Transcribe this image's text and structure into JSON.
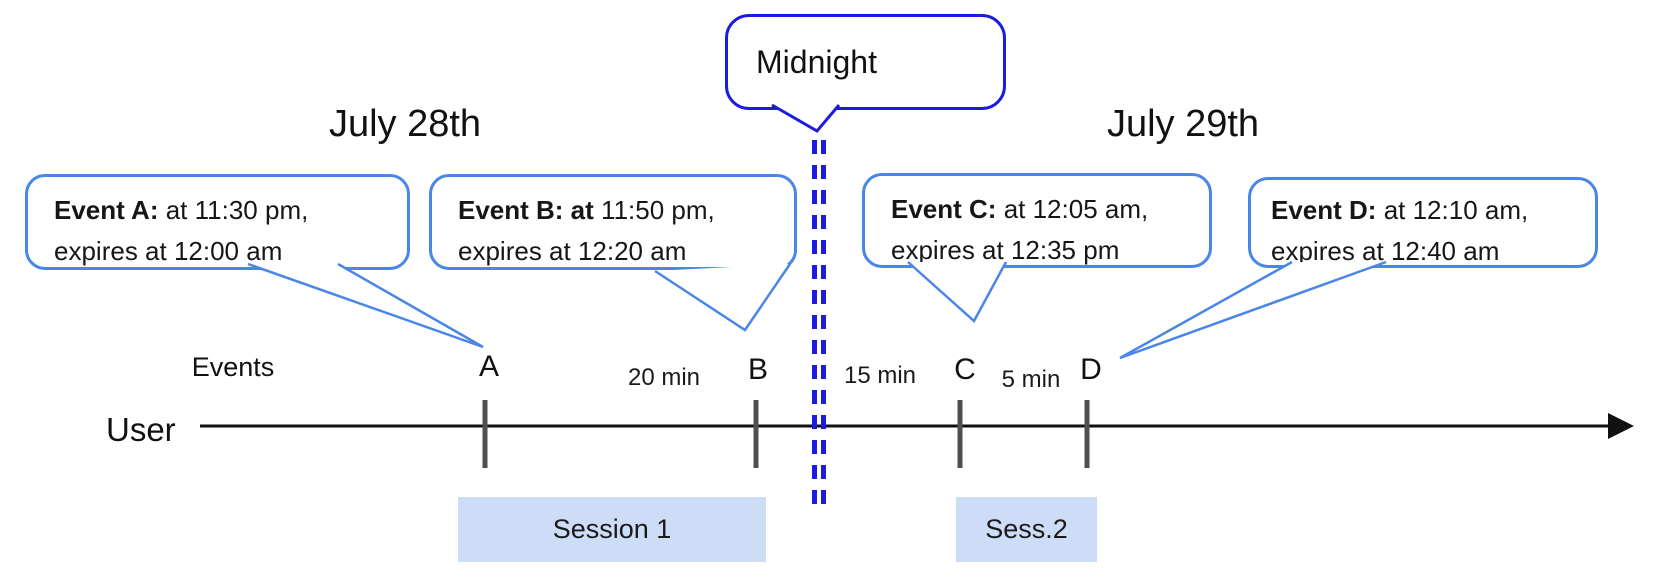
{
  "dates": [
    {
      "label": "July 28th"
    },
    {
      "label": "July 29th"
    }
  ],
  "midnight": {
    "label": "Midnight"
  },
  "events": [
    {
      "tick": "A",
      "bold": "Event A:",
      "rest": " at 11:30 pm,",
      "line2": "expires at 12:00 am"
    },
    {
      "tick": "B",
      "bold": "Event B: at",
      "rest": " 11:50 pm,",
      "line2": "expires at 12:20 am"
    },
    {
      "tick": "C",
      "bold": "Event C:",
      "rest": " at 12:05 am,",
      "line2": "expires at 12:35 pm"
    },
    {
      "tick": "D",
      "bold": "Event D:",
      "rest": " at 12:10 am,",
      "line2": "expires at 12:40 am"
    }
  ],
  "timeline": {
    "axis_label": "User",
    "events_label": "Events",
    "ticks": [
      "A",
      "B",
      "C",
      "D"
    ],
    "gaps": [
      "20 min",
      "15 min",
      "5 min"
    ]
  },
  "sessions": [
    {
      "label": "Session 1"
    },
    {
      "label": "Sess.2"
    }
  ],
  "colors": {
    "callout": "#4a86e8",
    "midblue": "#1c1ce0",
    "sessfill": "#cdddf8",
    "tick": "#4f4f4f",
    "axis": "#111111"
  }
}
